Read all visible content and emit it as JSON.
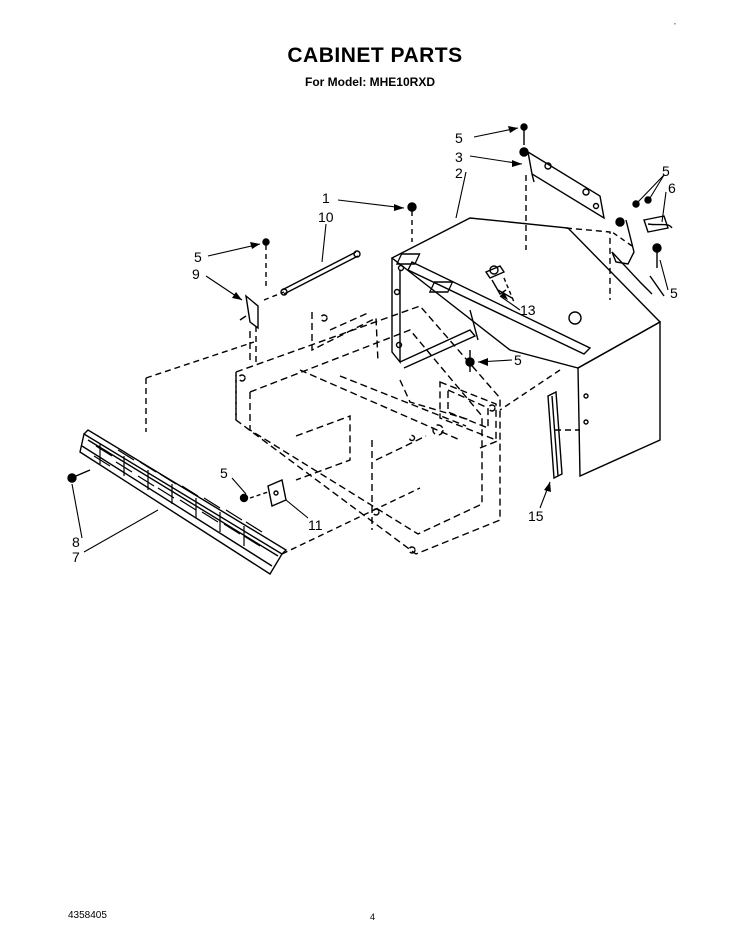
{
  "header": {
    "title": "CABINET PARTS",
    "subtitle": "For Model: MHE10RXD"
  },
  "callouts": [
    {
      "id": "c5a",
      "label": "5"
    },
    {
      "id": "c3",
      "label": "3"
    },
    {
      "id": "c2",
      "label": "2"
    },
    {
      "id": "c5b",
      "label": "5"
    },
    {
      "id": "c6",
      "label": "6"
    },
    {
      "id": "c5c",
      "label": "5"
    },
    {
      "id": "c1",
      "label": "1"
    },
    {
      "id": "c10",
      "label": "10"
    },
    {
      "id": "c5d",
      "label": "5"
    },
    {
      "id": "c9",
      "label": "9"
    },
    {
      "id": "c13",
      "label": "13"
    },
    {
      "id": "c5e",
      "label": "5"
    },
    {
      "id": "c5f",
      "label": "5"
    },
    {
      "id": "c11",
      "label": "11"
    },
    {
      "id": "c15",
      "label": "15"
    },
    {
      "id": "c8",
      "label": "8"
    },
    {
      "id": "c7",
      "label": "7"
    }
  ],
  "footer": {
    "part_number": "4358405",
    "page_number": "4"
  }
}
